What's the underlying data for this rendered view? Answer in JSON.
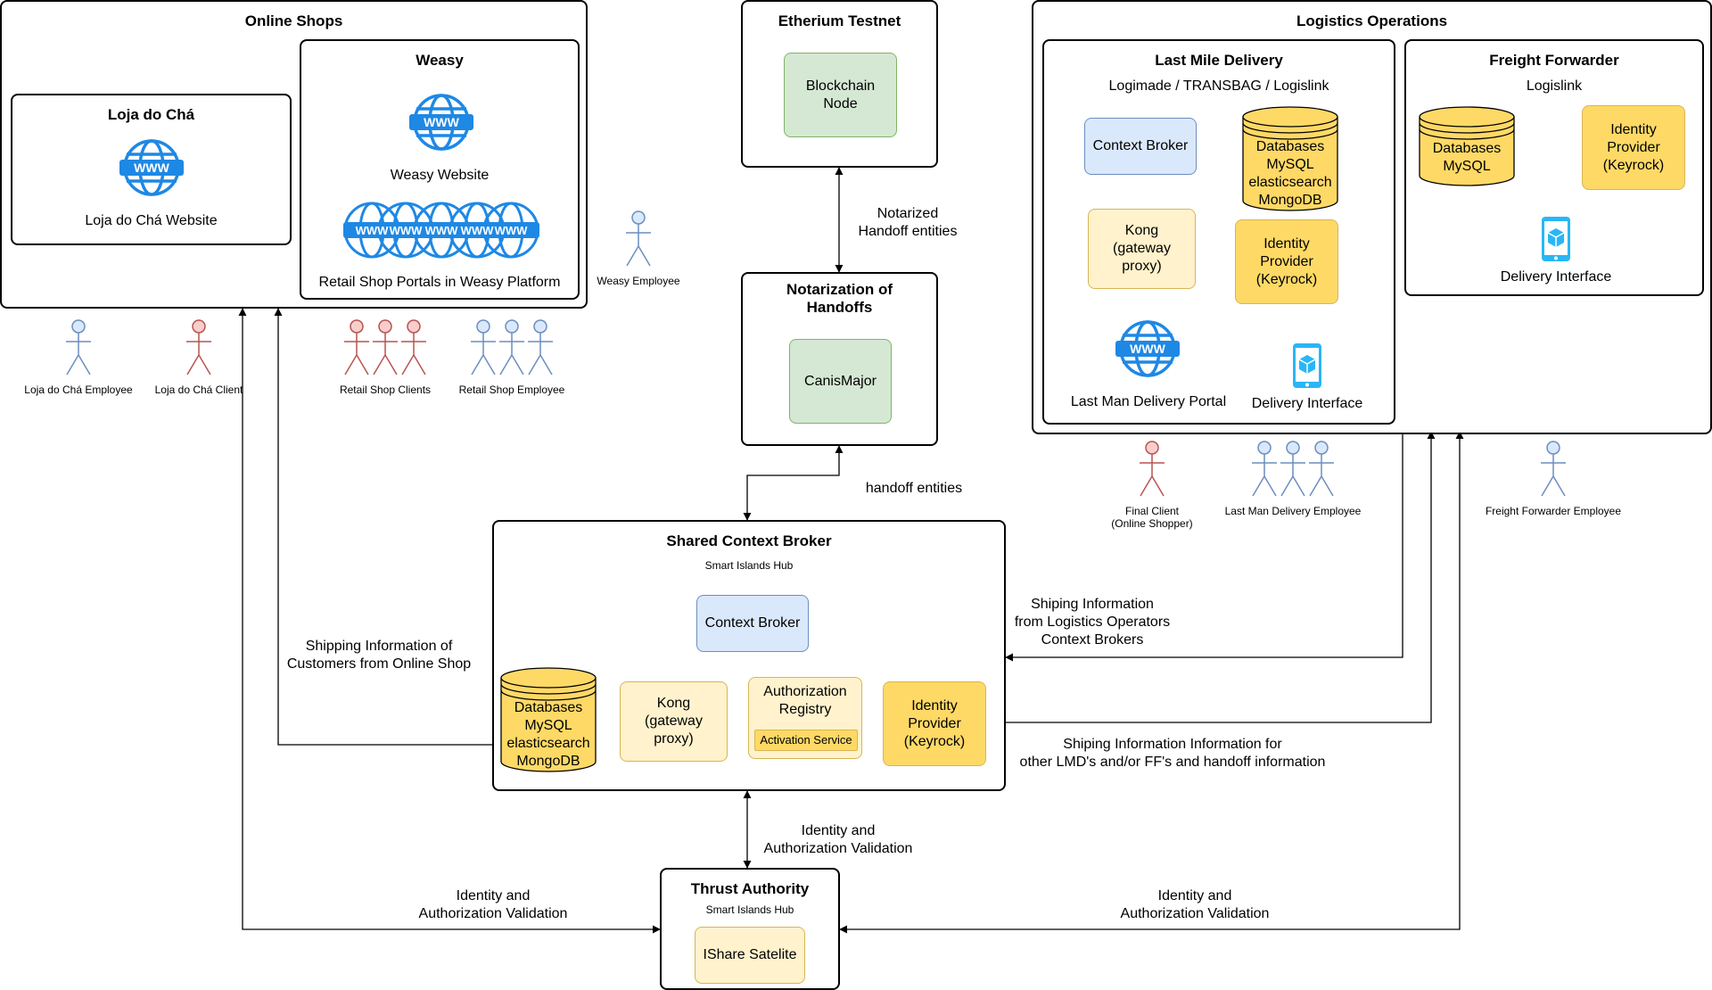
{
  "online_shops": {
    "title": "Online Shops",
    "loja": {
      "title": "Loja do Chá",
      "website_label": "Loja do Chá Website"
    },
    "weasy": {
      "title": "Weasy",
      "website_label": "Weasy Website",
      "portals_label": "Retail Shop Portals in Weasy Platform"
    }
  },
  "ethereum": {
    "title": "Etherium Testnet",
    "node_label": "Blockchain\nNode"
  },
  "notarization": {
    "title": "Notarization of\nHandoffs",
    "component": "CanisMajor"
  },
  "logistics": {
    "title": "Logistics Operations",
    "last_mile": {
      "title": "Last Mile Delivery",
      "subtitle": "Logimade / TRANSBAG / Logislink",
      "context_broker": "Context Broker",
      "databases": "Databases\nMySQL\nelasticsearch\nMongoDB",
      "kong": "Kong\n(gateway\nproxy)",
      "identity_provider": "Identity\nProvider\n(Keyrock)",
      "portal_label": "Last Man Delivery Portal",
      "delivery_interface": "Delivery Interface"
    },
    "freight": {
      "title": "Freight Forwarder",
      "subtitle": "Logislink",
      "databases": "Databases\nMySQL",
      "identity_provider": "Identity\nProvider\n(Keyrock)",
      "delivery_interface": "Delivery Interface"
    }
  },
  "shared_broker": {
    "title": "Shared Context Broker",
    "subtitle": "Smart Islands Hub",
    "context_broker": "Context Broker",
    "databases": "Databases\nMySQL\nelasticsearch\nMongoDB",
    "kong": "Kong\n(gateway\nproxy)",
    "auth_registry": "Authorization\nRegistry",
    "activation_service": "Activation Service",
    "identity_provider": "Identity\nProvider\n(Keyrock)"
  },
  "thrust": {
    "title": "Thrust Authority",
    "subtitle": "Smart Islands Hub",
    "component": "IShare Satelite"
  },
  "actors": {
    "weasy_employee": "Weasy  Employee",
    "loja_employee": "Loja do Chá  Employee",
    "loja_client": "Loja do Chá Client",
    "retail_clients": "Retail Shop Clients",
    "retail_employee": "Retail Shop Employee",
    "final_client": "Final Client\n(Online Shopper)",
    "lmd_employee": "Last Man Delivery  Employee",
    "ff_employee": "Freight Forwarder  Employee"
  },
  "edges": {
    "notarized": "Notarized\nHandoff entities",
    "handoff": "handoff entities",
    "shipping_customers": "Shipping Information of\nCustomers from Online Shop",
    "shipping_logistics": "Shiping Information\nfrom Logistics Operators\nContext Brokers",
    "shipping_other": "Shiping Information Information for\nother LMD's and/or FF's and handoff information",
    "identity_center": "Identity and\nAuthorization Validation",
    "identity_left": "Identity and\nAuthorization Validation",
    "identity_right": "Identity and\nAuthorization Validation"
  },
  "colors": {
    "green": "#d5e8d4",
    "blue": "#dae8fc",
    "cream": "#fff2cc",
    "gold": "#ffd966",
    "icon_blue": "#1e88e5",
    "actor_blue": "#6c8ebf",
    "actor_red": "#b85450"
  }
}
